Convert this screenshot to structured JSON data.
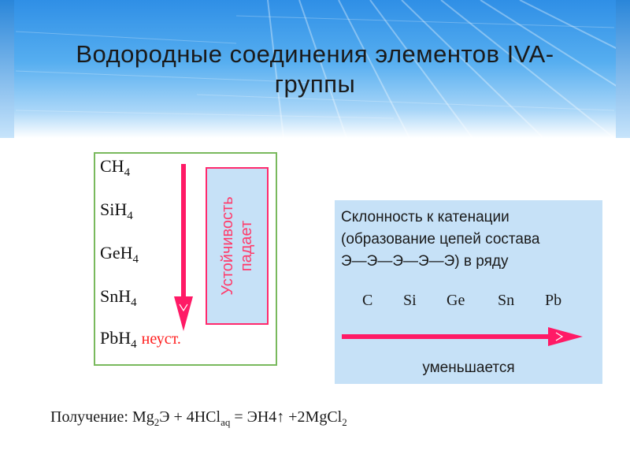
{
  "slide": {
    "title_line1": "Водородные соединения элементов IVA-",
    "title_line2": "группы"
  },
  "hydrides": [
    {
      "base": "CH",
      "sub": "4",
      "note": ""
    },
    {
      "base": "SiH",
      "sub": "4",
      "note": ""
    },
    {
      "base": "GeH",
      "sub": "4",
      "note": ""
    },
    {
      "base": "SnH",
      "sub": "4",
      "note": ""
    },
    {
      "base": "PbH",
      "sub": "4",
      "note": "неуст."
    }
  ],
  "stability": {
    "line1": "Устойчивость",
    "line2": "падает"
  },
  "catenation": {
    "line1": "Склонность к катенации",
    "line2": "(образование цепей состава",
    "line3": "Э—Э—Э—Э—Э) в ряду",
    "elements": [
      "C",
      "Si",
      "Ge",
      "Sn",
      "Pb"
    ],
    "trend": "уменьшается"
  },
  "obtaining": {
    "label": "Получение:",
    "p1": "Mg",
    "p1_sub": "2",
    "p2": "Э + 4HCl",
    "p2_sub": "aq",
    "p3": " = ЭН4↑ +2MgCl",
    "p3_sub": "2"
  },
  "colors": {
    "arrow": "#ff1a66",
    "box_border_green": "#79b95d",
    "box_fill_blue": "#c6e1f7",
    "text_red": "#ff2020"
  }
}
